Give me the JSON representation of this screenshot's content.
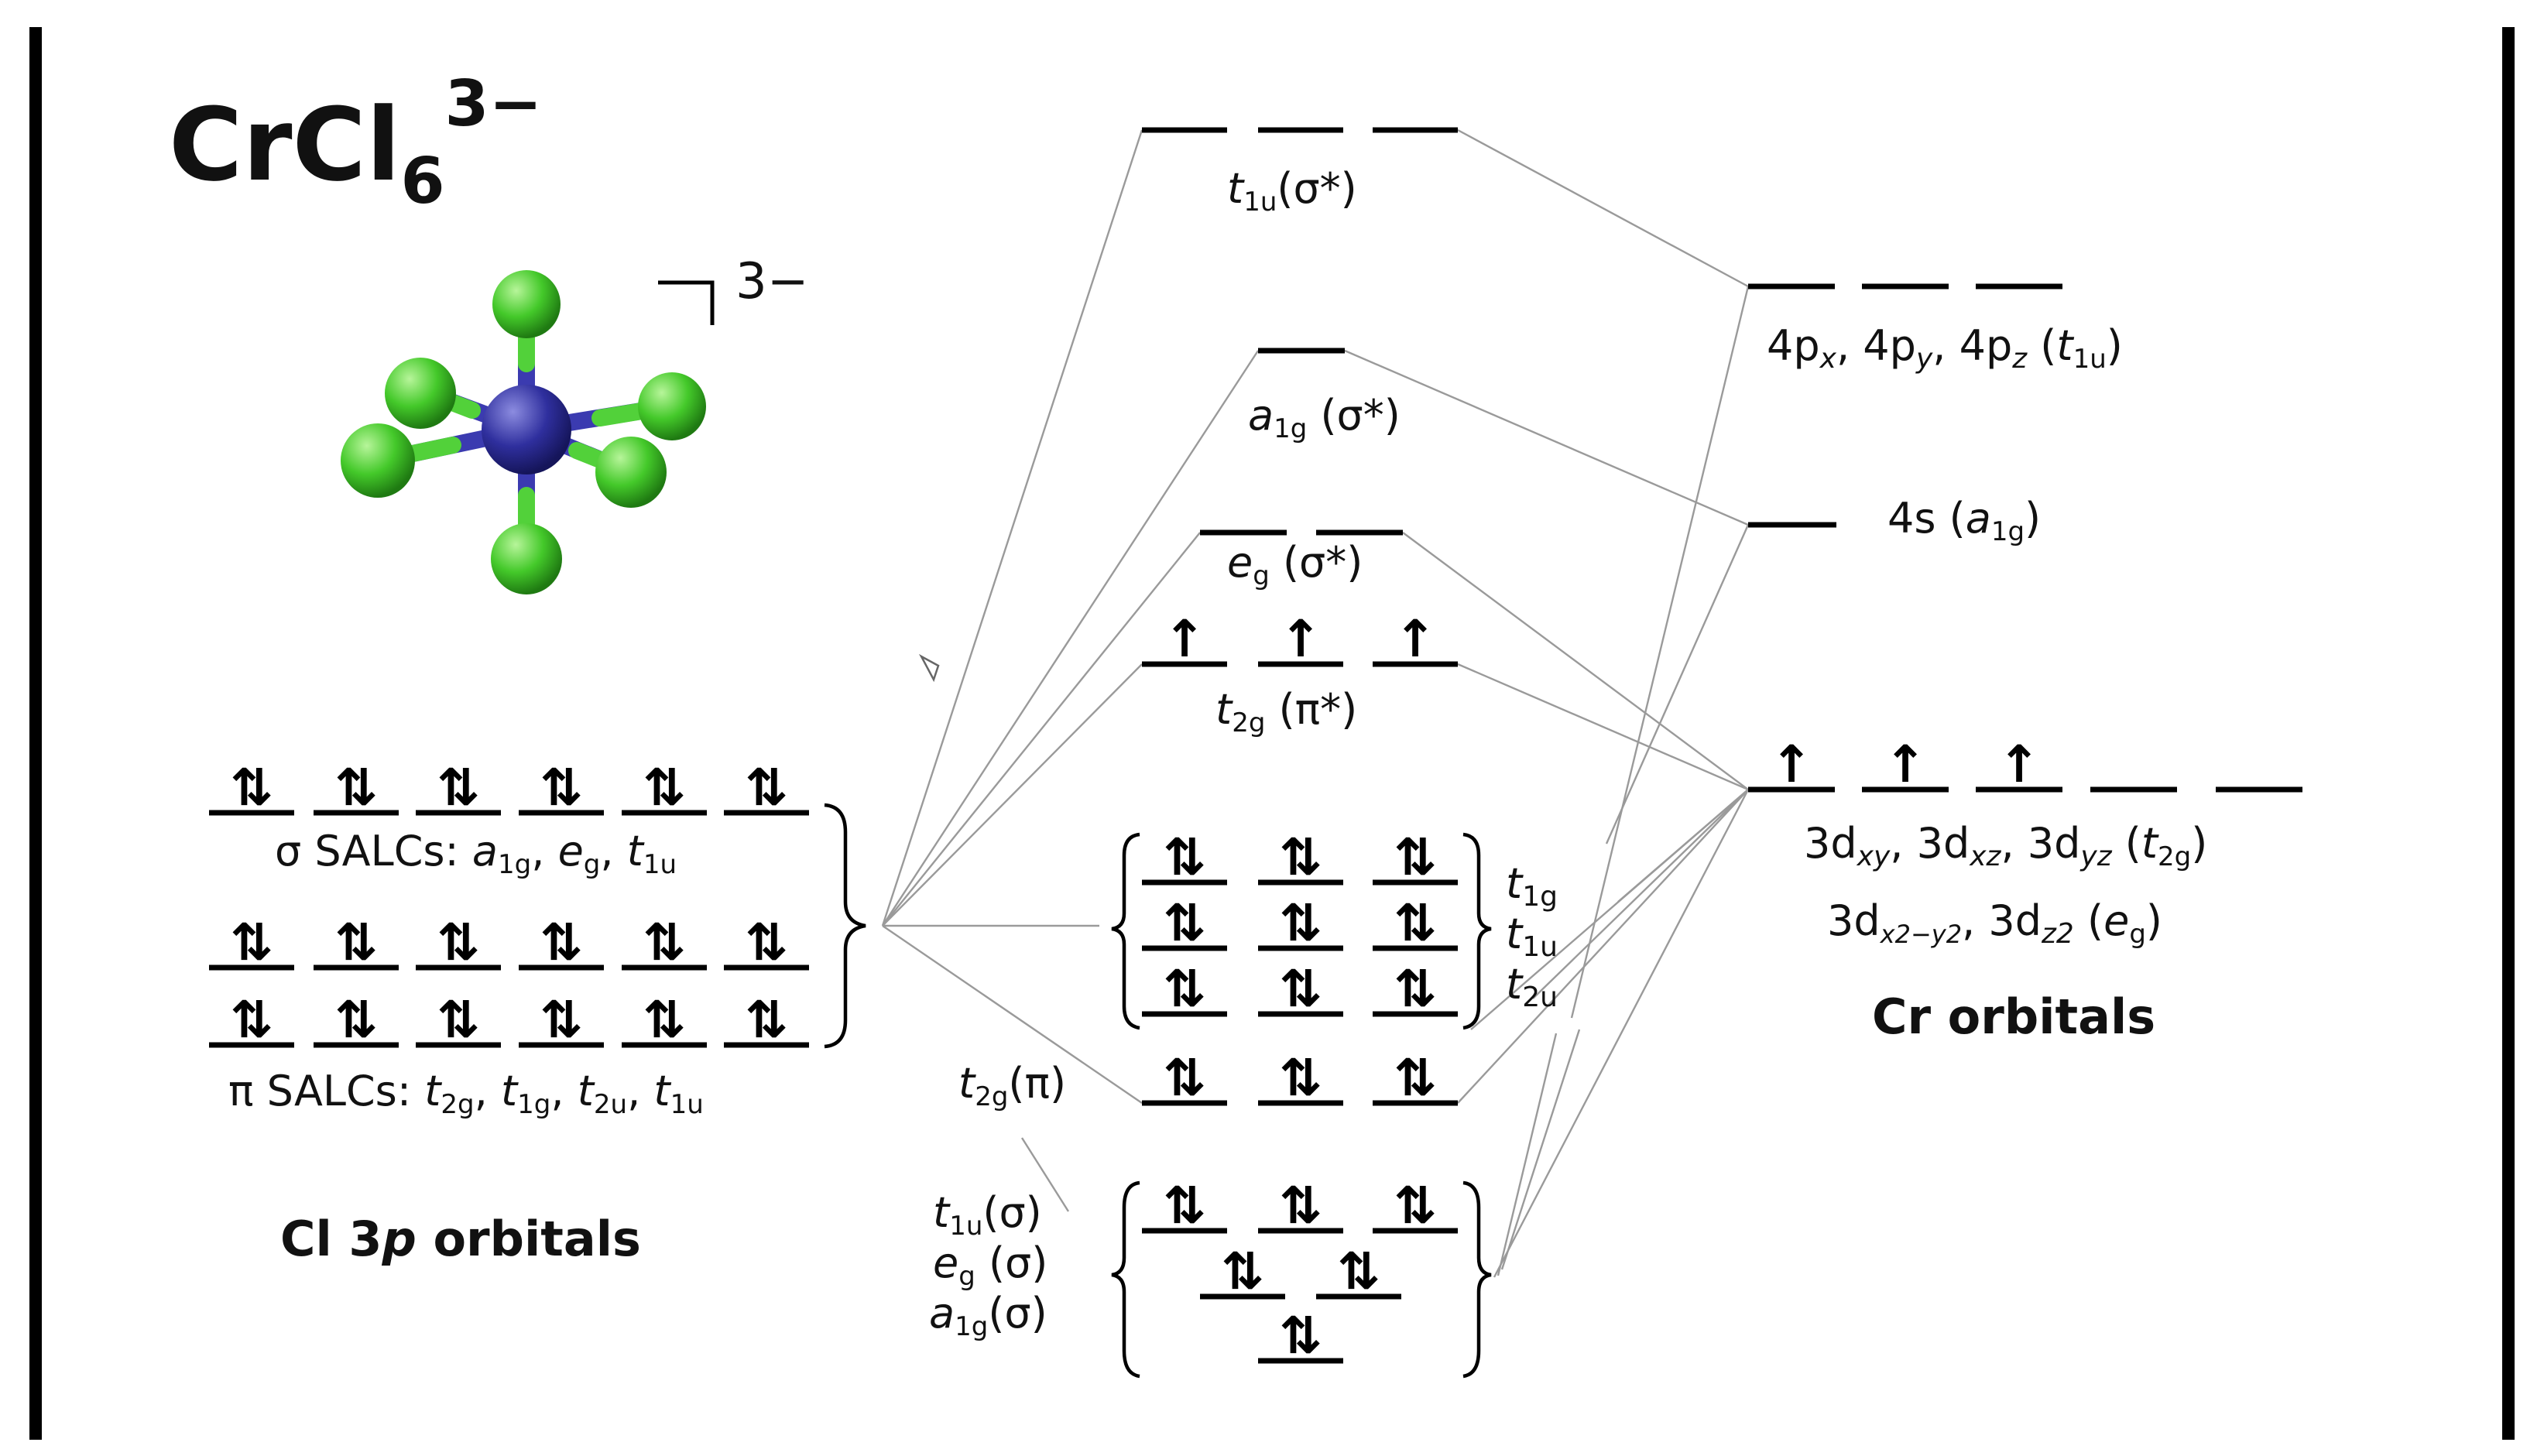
{
  "complex": {
    "formula": "CrCl",
    "subscript": "6",
    "charge": "3−"
  },
  "molecule": {
    "charge": "3−",
    "ligand_color": "#44c92a",
    "metal_color": "#2f2f9e",
    "bond_color": "#3b3bb0"
  },
  "ligand_side": {
    "title_pre": "Cl 3",
    "title_p": "p",
    "title_post": " orbitals",
    "sigma_label": "σ SALCs: ",
    "sigma_syms": [
      [
        "a",
        "1g"
      ],
      [
        "e",
        "g"
      ],
      [
        "t",
        "1u"
      ]
    ],
    "pi_label": "π SALCs: ",
    "pi_syms": [
      [
        "t",
        "2g"
      ],
      [
        "t",
        "1g"
      ],
      [
        "t",
        "2u"
      ],
      [
        "t",
        "1u"
      ]
    ],
    "rows": [
      {
        "levels": 6,
        "occupancy": "paired"
      },
      {
        "levels": 6,
        "occupancy": "paired"
      },
      {
        "levels": 6,
        "occupancy": "paired"
      }
    ]
  },
  "mo_levels": {
    "t1u_star": {
      "sym": "t",
      "sub": "1u",
      "tag": "(σ*)",
      "levels": 3,
      "occupancy": "empty"
    },
    "a1g_star": {
      "sym": "a",
      "sub": "1g",
      "tag": " (σ*)",
      "levels": 1,
      "occupancy": "empty"
    },
    "eg_star": {
      "sym": "e",
      "sub": "g",
      "tag": " (σ*)",
      "levels": 2,
      "occupancy": "empty"
    },
    "t2g_pistar": {
      "sym": "t",
      "sub": "2g",
      "tag": " (π*)",
      "levels": 3,
      "occupancy": "single"
    },
    "nonbonding": {
      "rows": 3,
      "levels_per_row": 3,
      "occupancy": "paired",
      "labels": [
        [
          "t",
          "1g"
        ],
        [
          "t",
          "1u"
        ],
        [
          "t",
          "2u"
        ]
      ]
    },
    "t2g_pi": {
      "sym": "t",
      "sub": "2g",
      "tag": "(π)",
      "levels": 3,
      "occupancy": "paired"
    },
    "sigma_bonding": {
      "rows": [
        3,
        2,
        1
      ],
      "occupancy": "paired",
      "labels": [
        [
          "t",
          "1u",
          "(σ)"
        ],
        [
          "e",
          "g",
          " (σ)"
        ],
        [
          "a",
          "1g",
          "(σ)"
        ]
      ]
    }
  },
  "metal_side": {
    "title": "Cr orbitals",
    "p_label": {
      "text": "4p",
      "subs": [
        "x",
        "y",
        "z"
      ],
      "sym": "t",
      "sub": "1u"
    },
    "s_label": {
      "text": "4s",
      "sym": "a",
      "sub": "1g"
    },
    "d_t2g_label": {
      "text": "3d",
      "subs": [
        "xy",
        "xz",
        "yz"
      ],
      "sym": "t",
      "sub": "2g"
    },
    "d_eg_label": {
      "text": "3d",
      "subs": [
        "x2−y2",
        "z2"
      ],
      "sym": "e",
      "sub": "g"
    },
    "p_levels": 3,
    "s_levels": 1,
    "d_levels": {
      "occupied": 3,
      "empty": 2
    }
  },
  "arrows": {
    "paired": "⇅",
    "single": "↑"
  }
}
